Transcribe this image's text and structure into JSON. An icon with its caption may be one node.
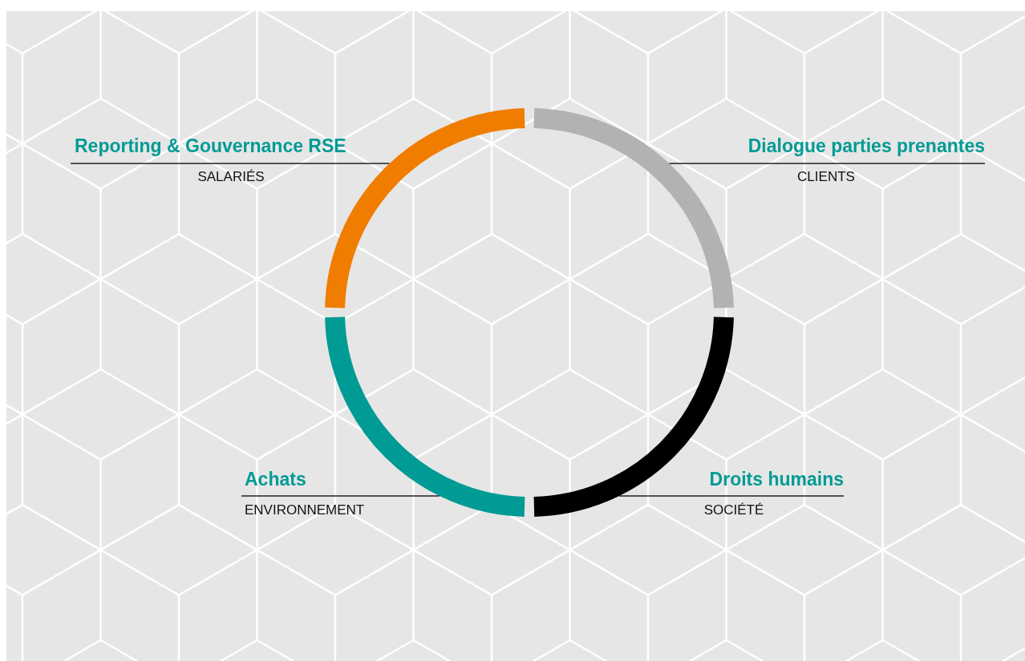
{
  "diagram": {
    "nodes": [
      {
        "text": [
          "Reporting & Gouvernance RSE",
          "SALARIÉS"
        ]
      },
      {
        "text": [],
        "shape": "arc"
      },
      {
        "text": [
          "Dialogue parties prenantes",
          "CLIENTS"
        ]
      },
      {
        "text": [],
        "shape": "arc"
      },
      {
        "text": [
          "Achats",
          "ENVIRONNEMENT"
        ]
      },
      {
        "text": [],
        "shape": "arc"
      },
      {
        "text": [
          "Droits humains",
          "SOCIÉTÉ"
        ]
      },
      {
        "text": [],
        "shape": "arc"
      }
    ],
    "edges": [
      {
        "from": 0,
        "to": 1,
        "arrow": "none"
      },
      {
        "from": 2,
        "to": 3,
        "arrow": "none"
      },
      {
        "from": 4,
        "to": 5,
        "arrow": "none"
      },
      {
        "from": 6,
        "to": 7,
        "arrow": "none"
      }
    ]
  }
}
